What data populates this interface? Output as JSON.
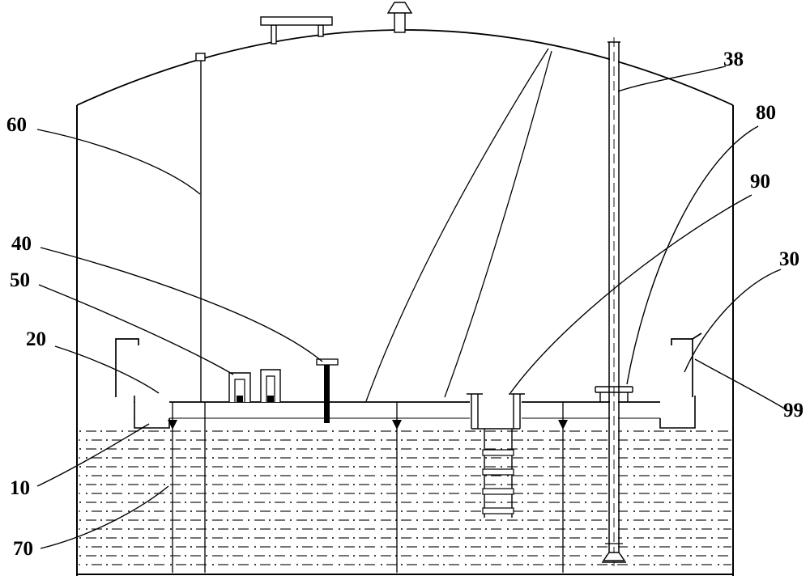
{
  "figure": {
    "background_color": "#ffffff",
    "line_color": "#000000"
  },
  "callouts": [
    {
      "id": "60",
      "text": "60"
    },
    {
      "id": "40",
      "text": "40"
    },
    {
      "id": "50",
      "text": "50"
    },
    {
      "id": "20",
      "text": "20"
    },
    {
      "id": "10",
      "text": "10"
    },
    {
      "id": "70",
      "text": "70"
    },
    {
      "id": "38",
      "text": "38"
    },
    {
      "id": "80",
      "text": "80"
    },
    {
      "id": "90",
      "text": "90"
    },
    {
      "id": "30",
      "text": "30"
    },
    {
      "id": "99",
      "text": "99"
    }
  ]
}
